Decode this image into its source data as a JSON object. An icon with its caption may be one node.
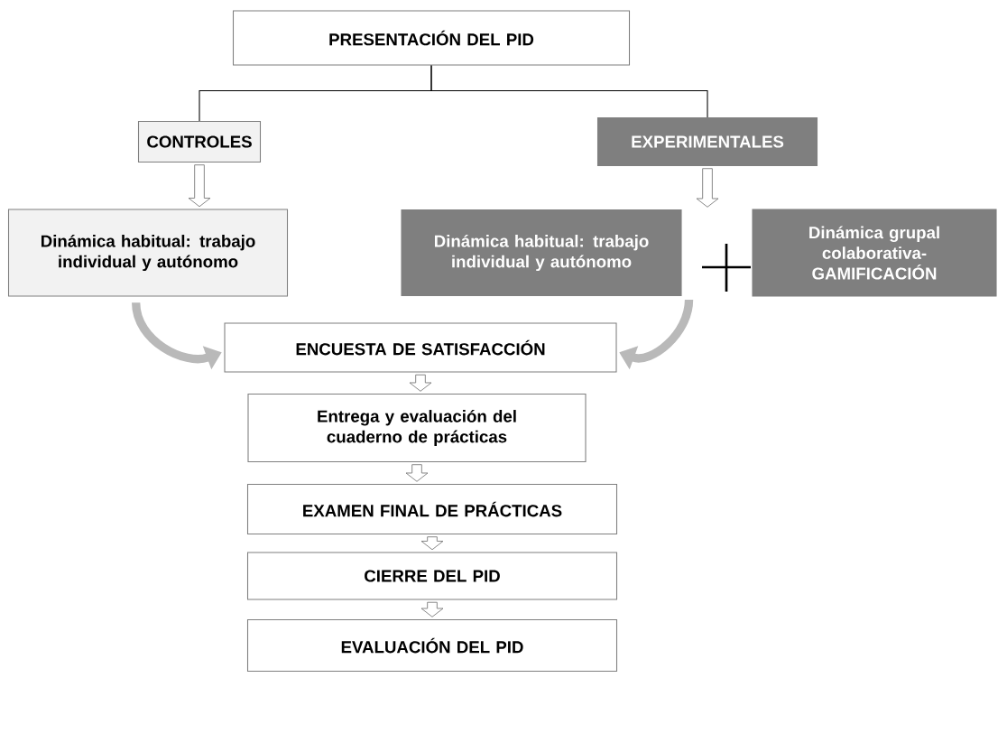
{
  "diagram": {
    "nodes": [
      {
        "text": [
          "PRESENTACIÓN DEL PID"
        ]
      },
      {
        "text": [
          "CONTROLES"
        ]
      },
      {
        "text": [
          "EXPERIMENTALES"
        ]
      },
      {
        "text": [
          "Dinámica habitual: trabajo individual y autónomo"
        ]
      },
      {
        "text": [
          "Dinámica habitual: trabajo individual y autónomo"
        ]
      },
      {
        "text": [
          "Dinámica grupal colaborativa- GAMIFICACIÓN"
        ]
      },
      {
        "text": [
          "ENCUESTA DE SATISFACCIÓN"
        ]
      },
      {
        "text": [
          "Entrega y evaluación del cuaderno de prácticas"
        ]
      },
      {
        "text": [
          "EXAMEN FINAL DE PRÁCTICAS"
        ]
      },
      {
        "text": [
          "CIERRE DEL PID"
        ]
      },
      {
        "text": [
          "EVALUACIÓN DEL PID"
        ]
      }
    ],
    "edges": [
      {
        "from": 0,
        "to": 1,
        "arrow": "none"
      },
      {
        "from": 0,
        "to": 2,
        "arrow": "none"
      },
      {
        "from": 1,
        "to": 3,
        "arrow": "to"
      },
      {
        "from": 2,
        "to": 4,
        "arrow": "to"
      },
      {
        "from": 3,
        "to": 6,
        "arrow": "to",
        "style": "thick",
        "color": "#b9b9b9"
      },
      {
        "from": 4,
        "to": 6,
        "arrow": "to",
        "style": "thick",
        "color": "#b9b9b9"
      },
      {
        "from": 6,
        "to": 7,
        "arrow": "to"
      },
      {
        "from": 7,
        "to": 8,
        "arrow": "to"
      },
      {
        "from": 8,
        "to": 9,
        "arrow": "to"
      },
      {
        "from": 9,
        "to": 10,
        "arrow": "to"
      }
    ]
  }
}
